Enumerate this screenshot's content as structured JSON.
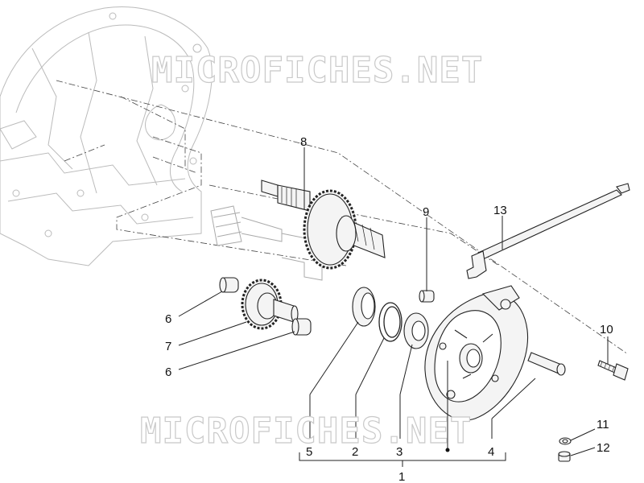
{
  "watermark": {
    "top": "MICROFICHES.NET",
    "bottom": "MICROFICHES.NET"
  },
  "callouts": {
    "c8": "8",
    "c9": "9",
    "c13": "13",
    "c6a": "6",
    "c7": "7",
    "c6b": "6",
    "c10": "10",
    "c11": "11",
    "c12": "12",
    "c5": "5",
    "c2": "2",
    "c3": "3",
    "c4": "4",
    "c1": "1"
  },
  "colors": {
    "line": "#222222",
    "ghost": "#bbbbbb",
    "part_fill": "#f4f4f4",
    "dark": "#555555"
  }
}
